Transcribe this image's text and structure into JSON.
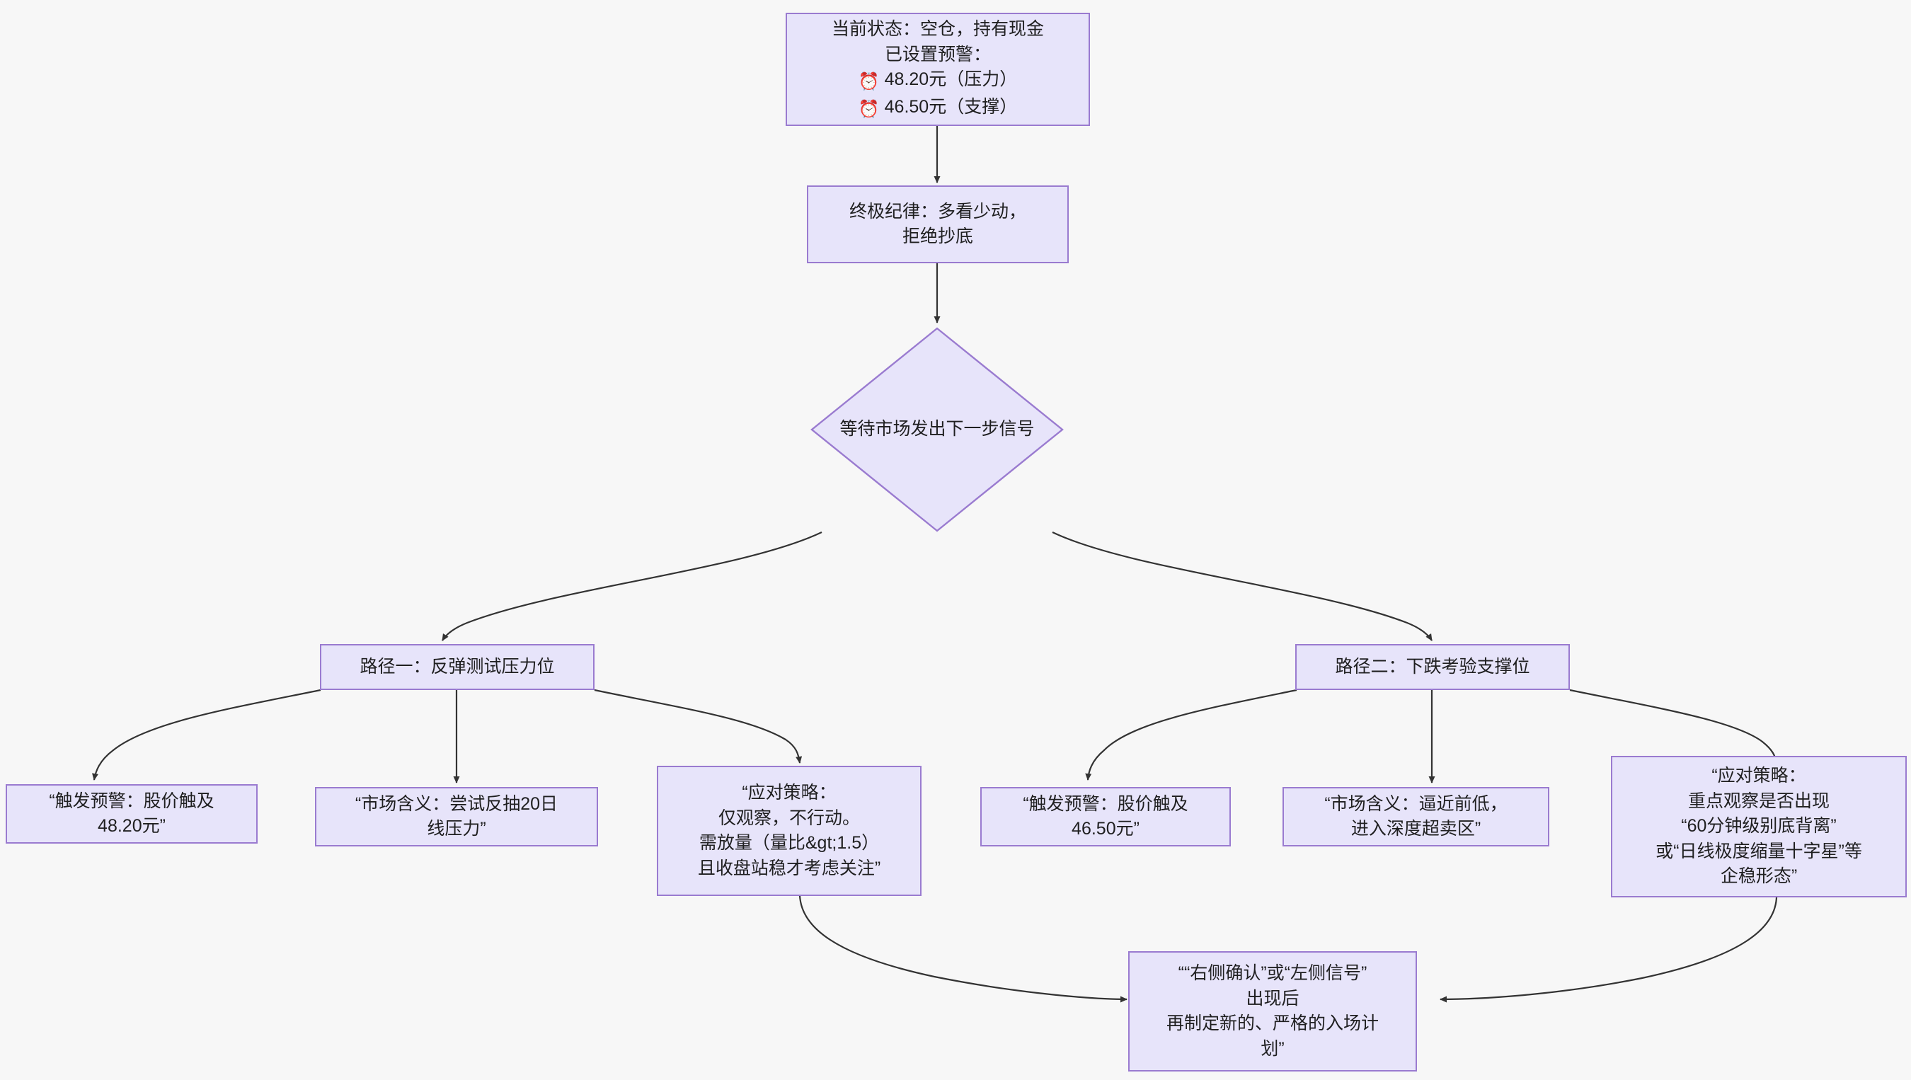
{
  "diagram": {
    "type": "flowchart",
    "title": "",
    "background_color": "#f7f7f7",
    "node_fill": "#e7e4fa",
    "node_border": "#9a7bd0",
    "edge_color": "#333333",
    "text_color": "#1f1f20"
  },
  "nodes": {
    "current_state": {
      "label_line1": "当前状态：空仓，持有现金",
      "label_line2": "已设置预警：",
      "alert_1": "48.20元（压力）",
      "alert_2": "46.50元（支撑）",
      "icon": "alarm-clock-icon",
      "shape": "rect"
    },
    "discipline": {
      "label": "终极纪律：多看少动，\n拒绝抄底",
      "shape": "rect"
    },
    "wait_signal": {
      "label": "等待市场发出下一步信号",
      "shape": "diamond"
    },
    "path_one": {
      "label": "路径一：反弹测试压力位",
      "shape": "rect"
    },
    "path_two": {
      "label": "路径二：下跌考验支撑位",
      "shape": "rect"
    },
    "trigger_48": {
      "label": "“触发预警：股价触及\n48.20元”",
      "shape": "rect"
    },
    "meaning_20ma": {
      "label": "“市场含义：尝试反抽20日\n线压力”",
      "shape": "rect"
    },
    "strategy_observe": {
      "label": "“应对策略：\n仅观察，不行动。\n需放量（量比&gt;1.5）\n且收盘站稳才考虑关注”",
      "shape": "rect"
    },
    "trigger_46": {
      "label": "“触发预警：股价触及\n46.50元”",
      "shape": "rect"
    },
    "meaning_oversold": {
      "label": "“市场含义：逼近前低，\n进入深度超卖区”",
      "shape": "rect"
    },
    "strategy_divergence": {
      "label": "“应对策略：\n重点观察是否出现\n“60分钟级别底背离”\n或“日线极度缩量十字星”等\n企稳形态”",
      "shape": "rect"
    },
    "new_plan": {
      "label": "““右侧确认”或“左侧信号”\n出现后\n再制定新的、严格的入场计\n划”",
      "shape": "rect"
    }
  },
  "edges": [
    {
      "from": "current_state",
      "to": "discipline"
    },
    {
      "from": "discipline",
      "to": "wait_signal"
    },
    {
      "from": "wait_signal",
      "to": "path_one"
    },
    {
      "from": "wait_signal",
      "to": "path_two"
    },
    {
      "from": "path_one",
      "to": "trigger_48"
    },
    {
      "from": "path_one",
      "to": "meaning_20ma"
    },
    {
      "from": "path_one",
      "to": "strategy_observe"
    },
    {
      "from": "path_two",
      "to": "trigger_46"
    },
    {
      "from": "path_two",
      "to": "meaning_oversold"
    },
    {
      "from": "path_two",
      "to": "strategy_divergence"
    },
    {
      "from": "strategy_observe",
      "to": "new_plan"
    },
    {
      "from": "strategy_divergence",
      "to": "new_plan"
    }
  ]
}
